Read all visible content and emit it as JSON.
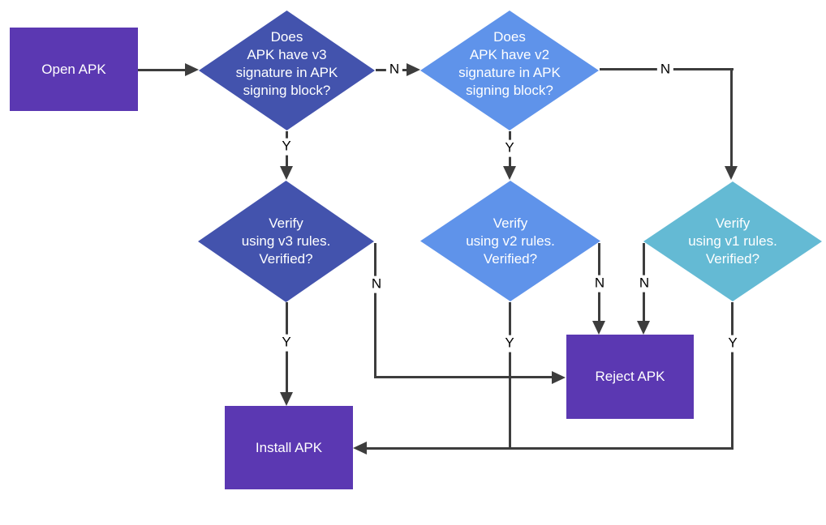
{
  "title": "APK signature verification flowchart",
  "colors": {
    "box_purple": "#5b38b2",
    "diamond_dark_blue": "#4353ad",
    "diamond_blue": "#5f93ea",
    "diamond_teal": "#64bad4",
    "edge_gray": "#3d3d3d",
    "node_text": "#ffffff",
    "edge_label_text": "#000000",
    "background": "#ffffff"
  },
  "nodes": {
    "open_apk": {
      "type": "process",
      "label": "Open APK"
    },
    "v3_check": {
      "type": "decision",
      "lines": [
        "Does",
        "APK have v3",
        "signature in APK",
        "signing block?"
      ]
    },
    "v2_check": {
      "type": "decision",
      "lines": [
        "Does",
        "APK have v2",
        "signature in APK",
        "signing block?"
      ]
    },
    "v3_verify": {
      "type": "decision",
      "lines": [
        "Verify",
        "using v3 rules.",
        "Verified?"
      ]
    },
    "v2_verify": {
      "type": "decision",
      "lines": [
        "Verify",
        "using v2 rules.",
        "Verified?"
      ]
    },
    "v1_verify": {
      "type": "decision",
      "lines": [
        "Verify",
        "using v1 rules.",
        "Verified?"
      ]
    },
    "reject_apk": {
      "type": "process",
      "label": "Reject APK"
    },
    "install_apk": {
      "type": "process",
      "label": "Install APK"
    }
  },
  "edges": [
    {
      "id": "open-to-v3check",
      "from": "open_apk",
      "to": "v3_check",
      "label": ""
    },
    {
      "id": "v3check-yes",
      "from": "v3_check",
      "to": "v3_verify",
      "label": "Y"
    },
    {
      "id": "v3check-no",
      "from": "v3_check",
      "to": "v2_check",
      "label": "N"
    },
    {
      "id": "v2check-yes",
      "from": "v2_check",
      "to": "v2_verify",
      "label": "Y"
    },
    {
      "id": "v2check-no",
      "from": "v2_check",
      "to": "v1_verify",
      "label": "N"
    },
    {
      "id": "v3verify-yes",
      "from": "v3_verify",
      "to": "install_apk",
      "label": "Y"
    },
    {
      "id": "v3verify-no",
      "from": "v3_verify",
      "to": "reject_apk",
      "label": "N"
    },
    {
      "id": "v2verify-yes",
      "from": "v2_verify",
      "to": "install_apk",
      "label": "Y"
    },
    {
      "id": "v2verify-no",
      "from": "v2_verify",
      "to": "reject_apk",
      "label": "N"
    },
    {
      "id": "v1verify-yes",
      "from": "v1_verify",
      "to": "install_apk",
      "label": "Y"
    },
    {
      "id": "v1verify-no",
      "from": "v1_verify",
      "to": "reject_apk",
      "label": "N"
    }
  ]
}
